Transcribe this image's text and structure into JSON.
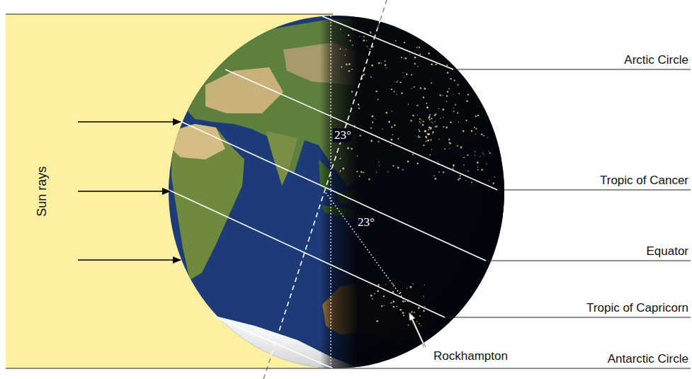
{
  "diagram": {
    "labels": [
      "Arctic Circle",
      "23°",
      "Sun rays",
      "Tropic of Cancer",
      "23°",
      "Equator",
      "Tropic of Capricorn",
      "Rockhampton",
      "Antarctic Circle"
    ]
  }
}
